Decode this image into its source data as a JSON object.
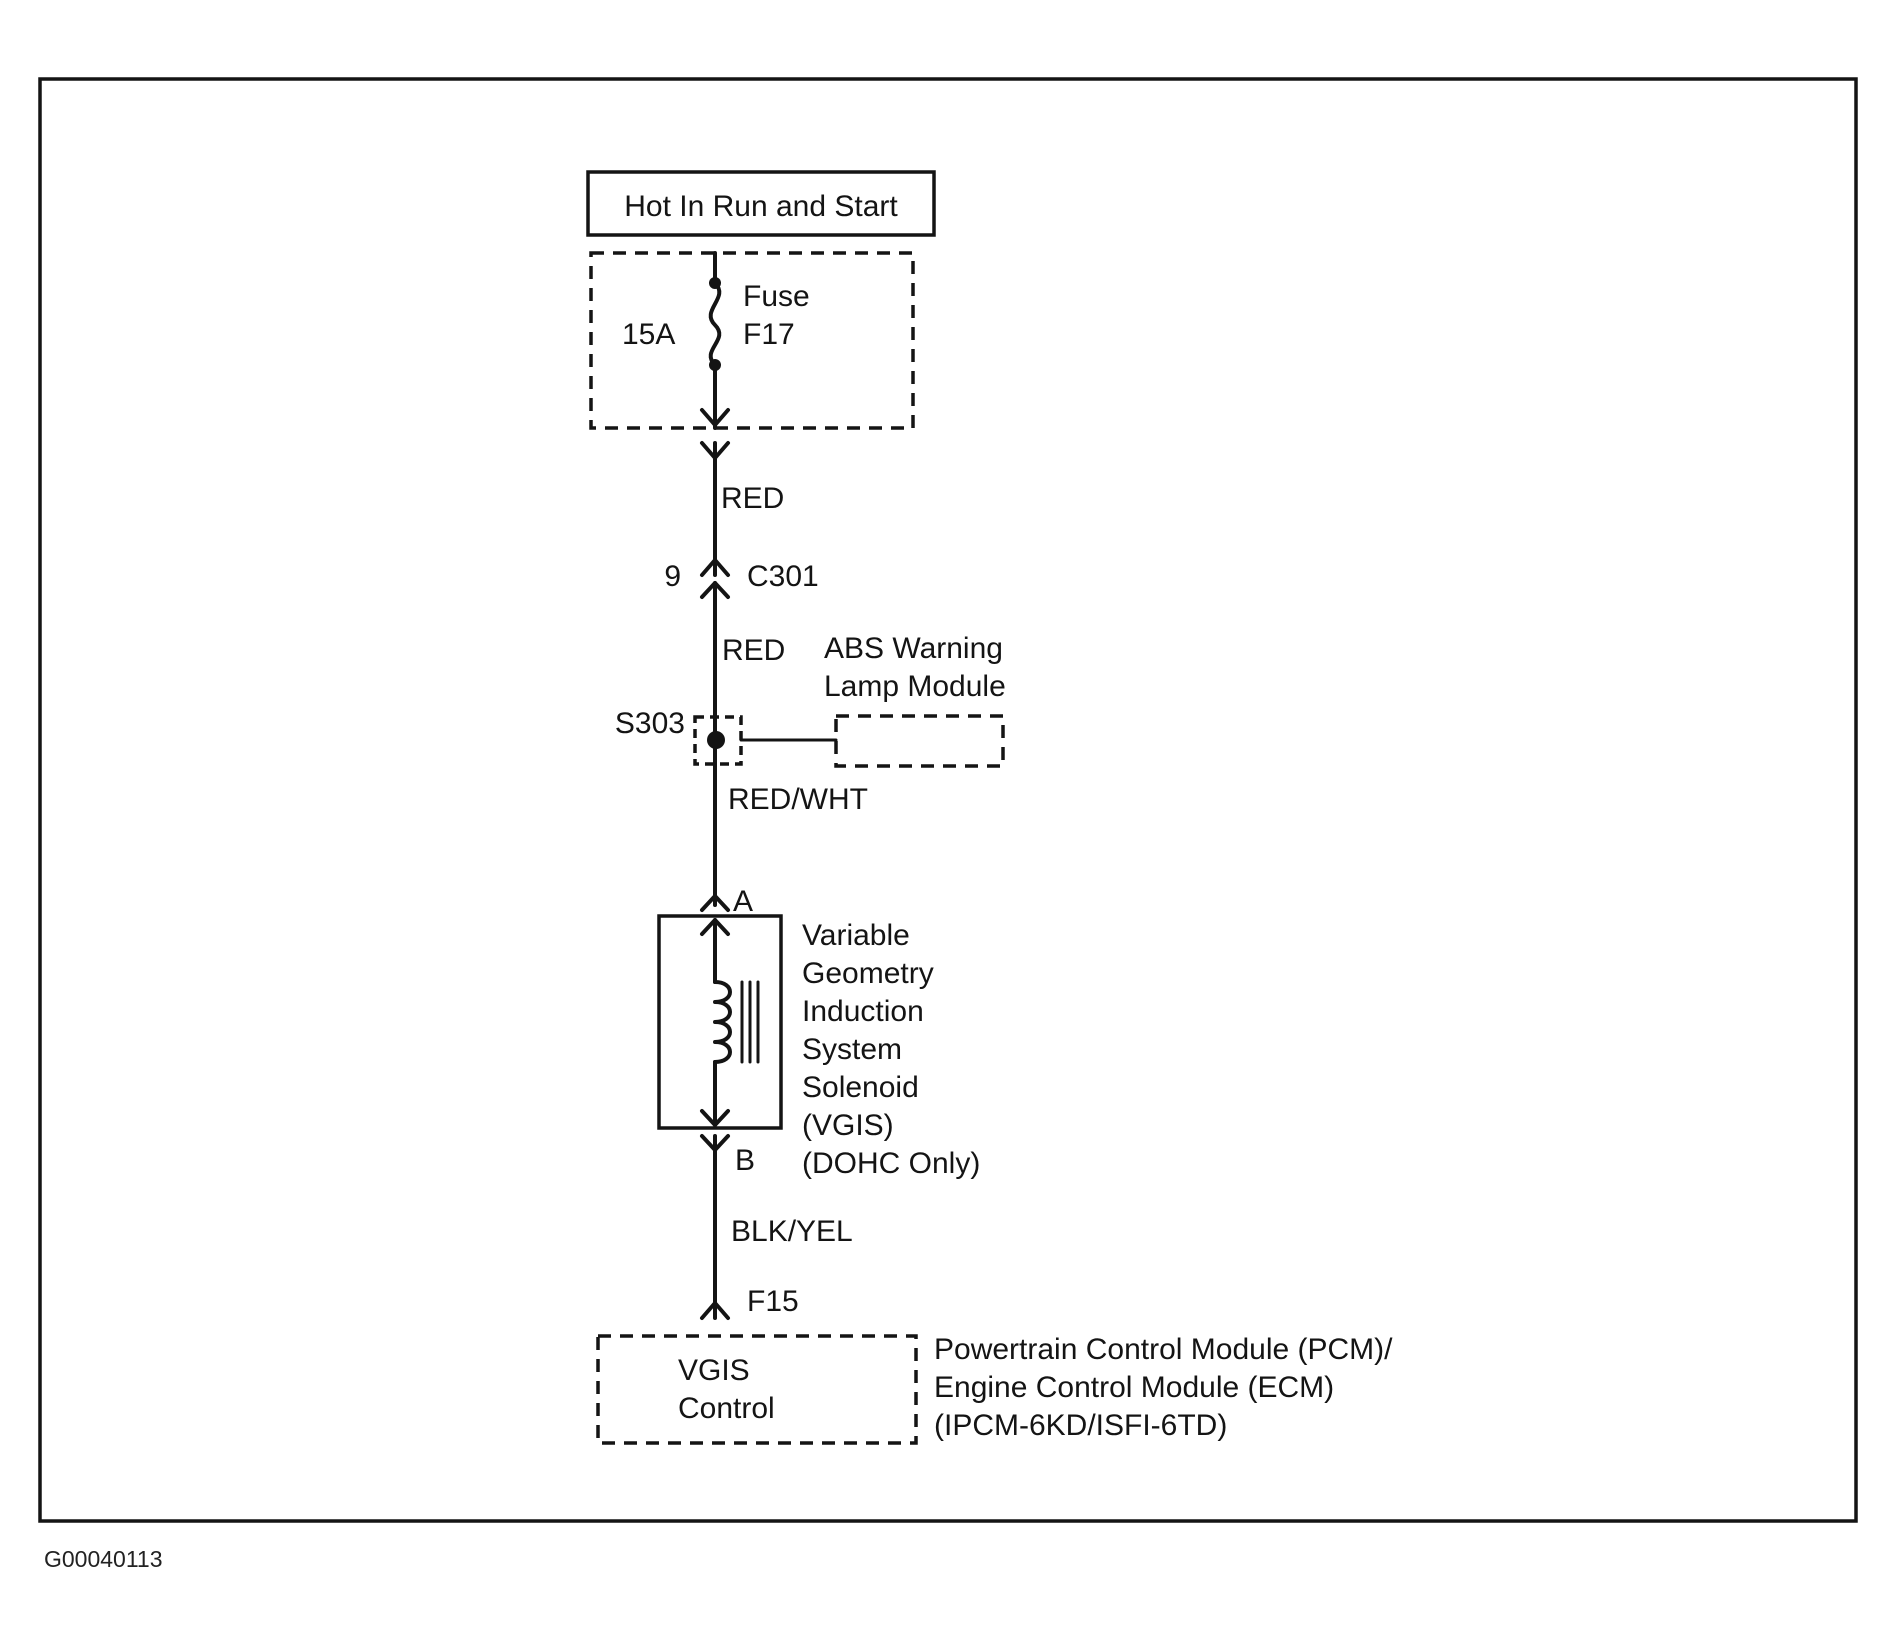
{
  "power_source": {
    "label": "Hot In Run and Start"
  },
  "fuse": {
    "name": "Fuse",
    "id": "F17",
    "rating": "15A"
  },
  "wires": {
    "upper_red": "RED",
    "lower_red": "RED",
    "red_wht": "RED/WHT",
    "blk_yel": "BLK/YEL"
  },
  "connector_c301": {
    "pin": "9",
    "id": "C301"
  },
  "splice": {
    "id": "S303"
  },
  "abs_module": {
    "line1": "ABS Warning",
    "line2": "Lamp Module"
  },
  "solenoid": {
    "pin_a": "A",
    "pin_b": "B",
    "lines": [
      "Variable",
      "Geometry",
      "Induction",
      "System",
      "Solenoid",
      "(VGIS)",
      "(DOHC Only)"
    ]
  },
  "pcm_connector": {
    "pin": "F15"
  },
  "pcm": {
    "inner_line1": "VGIS",
    "inner_line2": "Control",
    "lines": [
      "Powertrain Control Module (PCM)/",
      "Engine Control Module (ECM)",
      "(IPCM-6KD/ISFI-6TD)"
    ]
  },
  "figure_id": "G00040113"
}
